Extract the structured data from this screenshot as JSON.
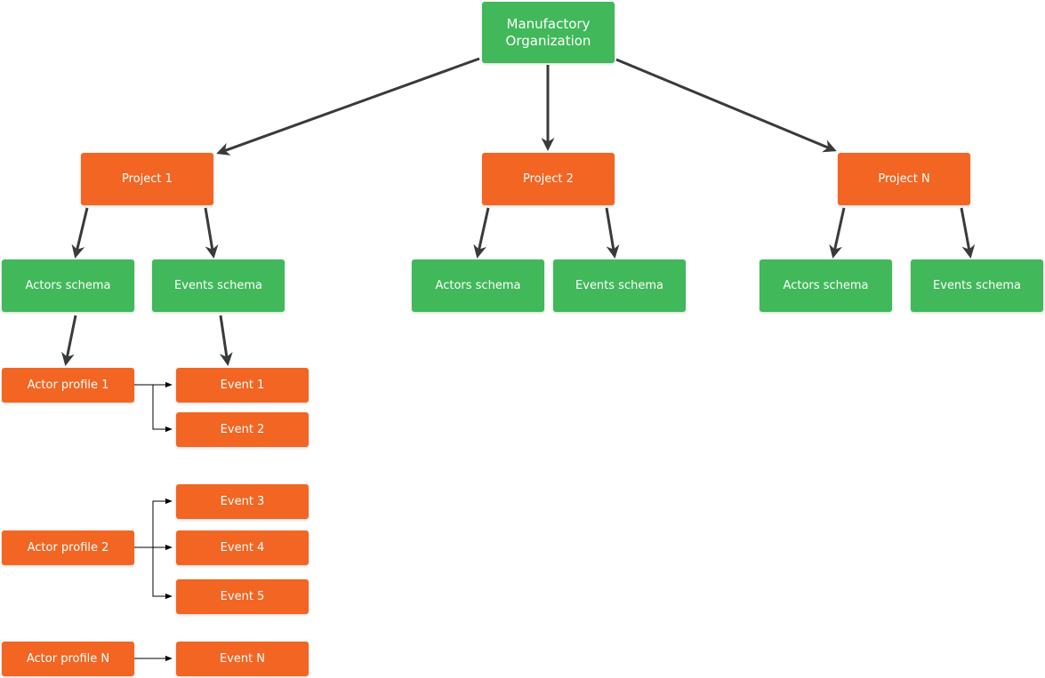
{
  "diagram": {
    "organization": {
      "line1": "Manufactory",
      "line2": "Organization"
    },
    "projects": {
      "p1": "Project 1",
      "p2": "Project 2",
      "pn": "Project N"
    },
    "schemas": {
      "actors": "Actors schema",
      "events": "Events schema"
    },
    "actor_profiles": {
      "ap1": "Actor profile 1",
      "ap2": "Actor profile 2",
      "apn": "Actor profile N"
    },
    "events": {
      "e1": "Event 1",
      "e2": "Event 2",
      "e3": "Event 3",
      "e4": "Event 4",
      "e5": "Event 5",
      "en": "Event N"
    },
    "colors": {
      "green": "#41b85a",
      "orange": "#f26522",
      "edge_thick": "#3a3a3a",
      "edge_thin": "#000000"
    }
  }
}
